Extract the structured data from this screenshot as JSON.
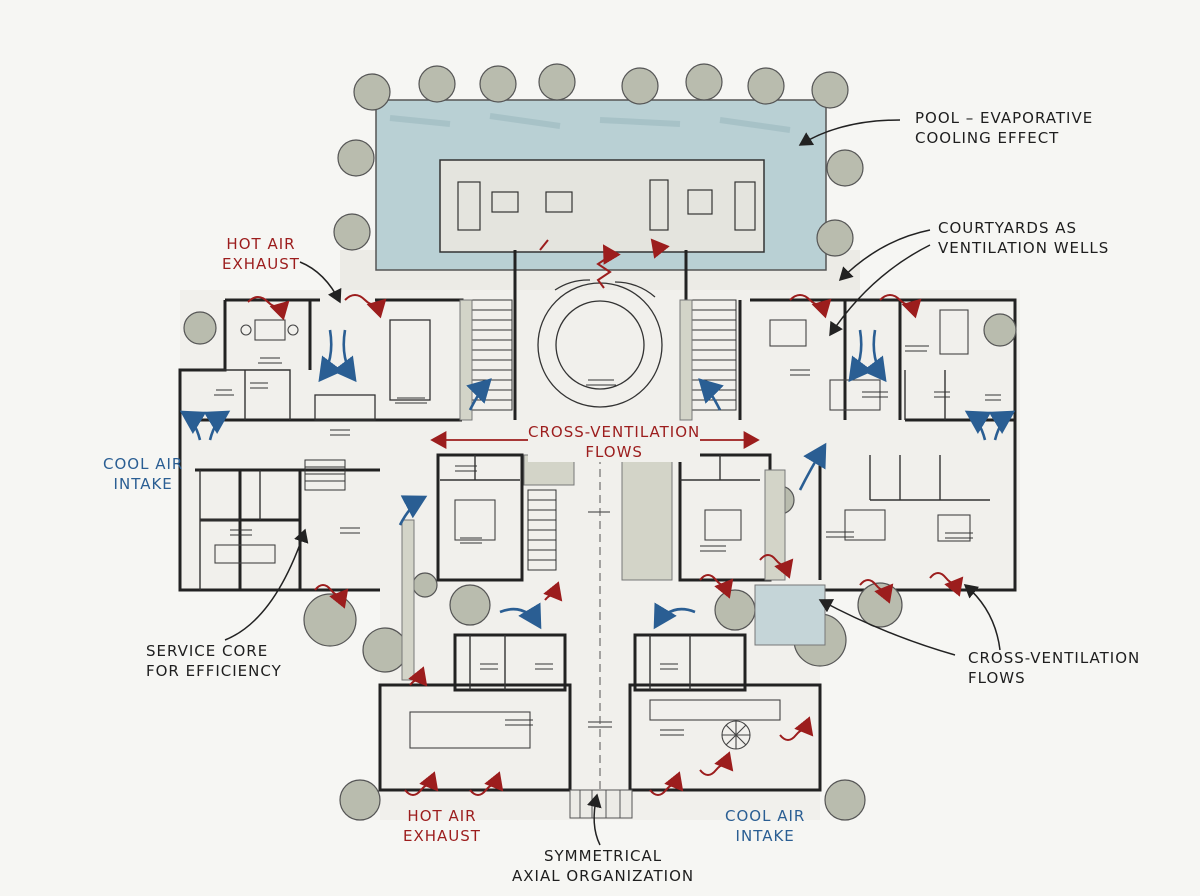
{
  "colors": {
    "paper": "#f6f6f3",
    "wall": "#222222",
    "pool": "#b9d0d4",
    "tree": "#b9bcae",
    "hot_air": "#9c1d1d",
    "cool_air": "#2a5e93",
    "floor": "#e6e5df"
  },
  "annotations": {
    "pool_line1": "POOL – EVAPORATIVE",
    "pool_line2": "COOLING EFFECT",
    "courtyards_line1": "COURTYARDS AS",
    "courtyards_line2": "VENTILATION WELLS",
    "hot_air_top_line1": "HOT AIR",
    "hot_air_top_line2": "EXHAUST",
    "cool_air_left_line1": "COOL AIR",
    "cool_air_left_line2": "INTAKE",
    "cross_vent_center_line1": "CROSS-VENTILATION",
    "cross_vent_center_line2": "FLOWS",
    "cross_vent_right_line1": "CROSS-VENTILATION",
    "cross_vent_right_line2": "FLOWS",
    "service_core_line1": "SERVICE CORE",
    "service_core_line2": "FOR EFFICIENCY",
    "hot_air_bottom_line1": "HOT AIR",
    "hot_air_bottom_line2": "EXHAUST",
    "cool_air_bottom_line1": "COOL AIR",
    "cool_air_bottom_line2": "INTAKE",
    "symmetrical_line1": "SYMMETRICAL",
    "symmetrical_line2": "AXIAL ORGANIZATION"
  },
  "icons": [
    "hot-air-arrow-icon",
    "cool-air-arrow-icon",
    "tree-icon",
    "palm-icon",
    "leader-arrow-icon"
  ]
}
